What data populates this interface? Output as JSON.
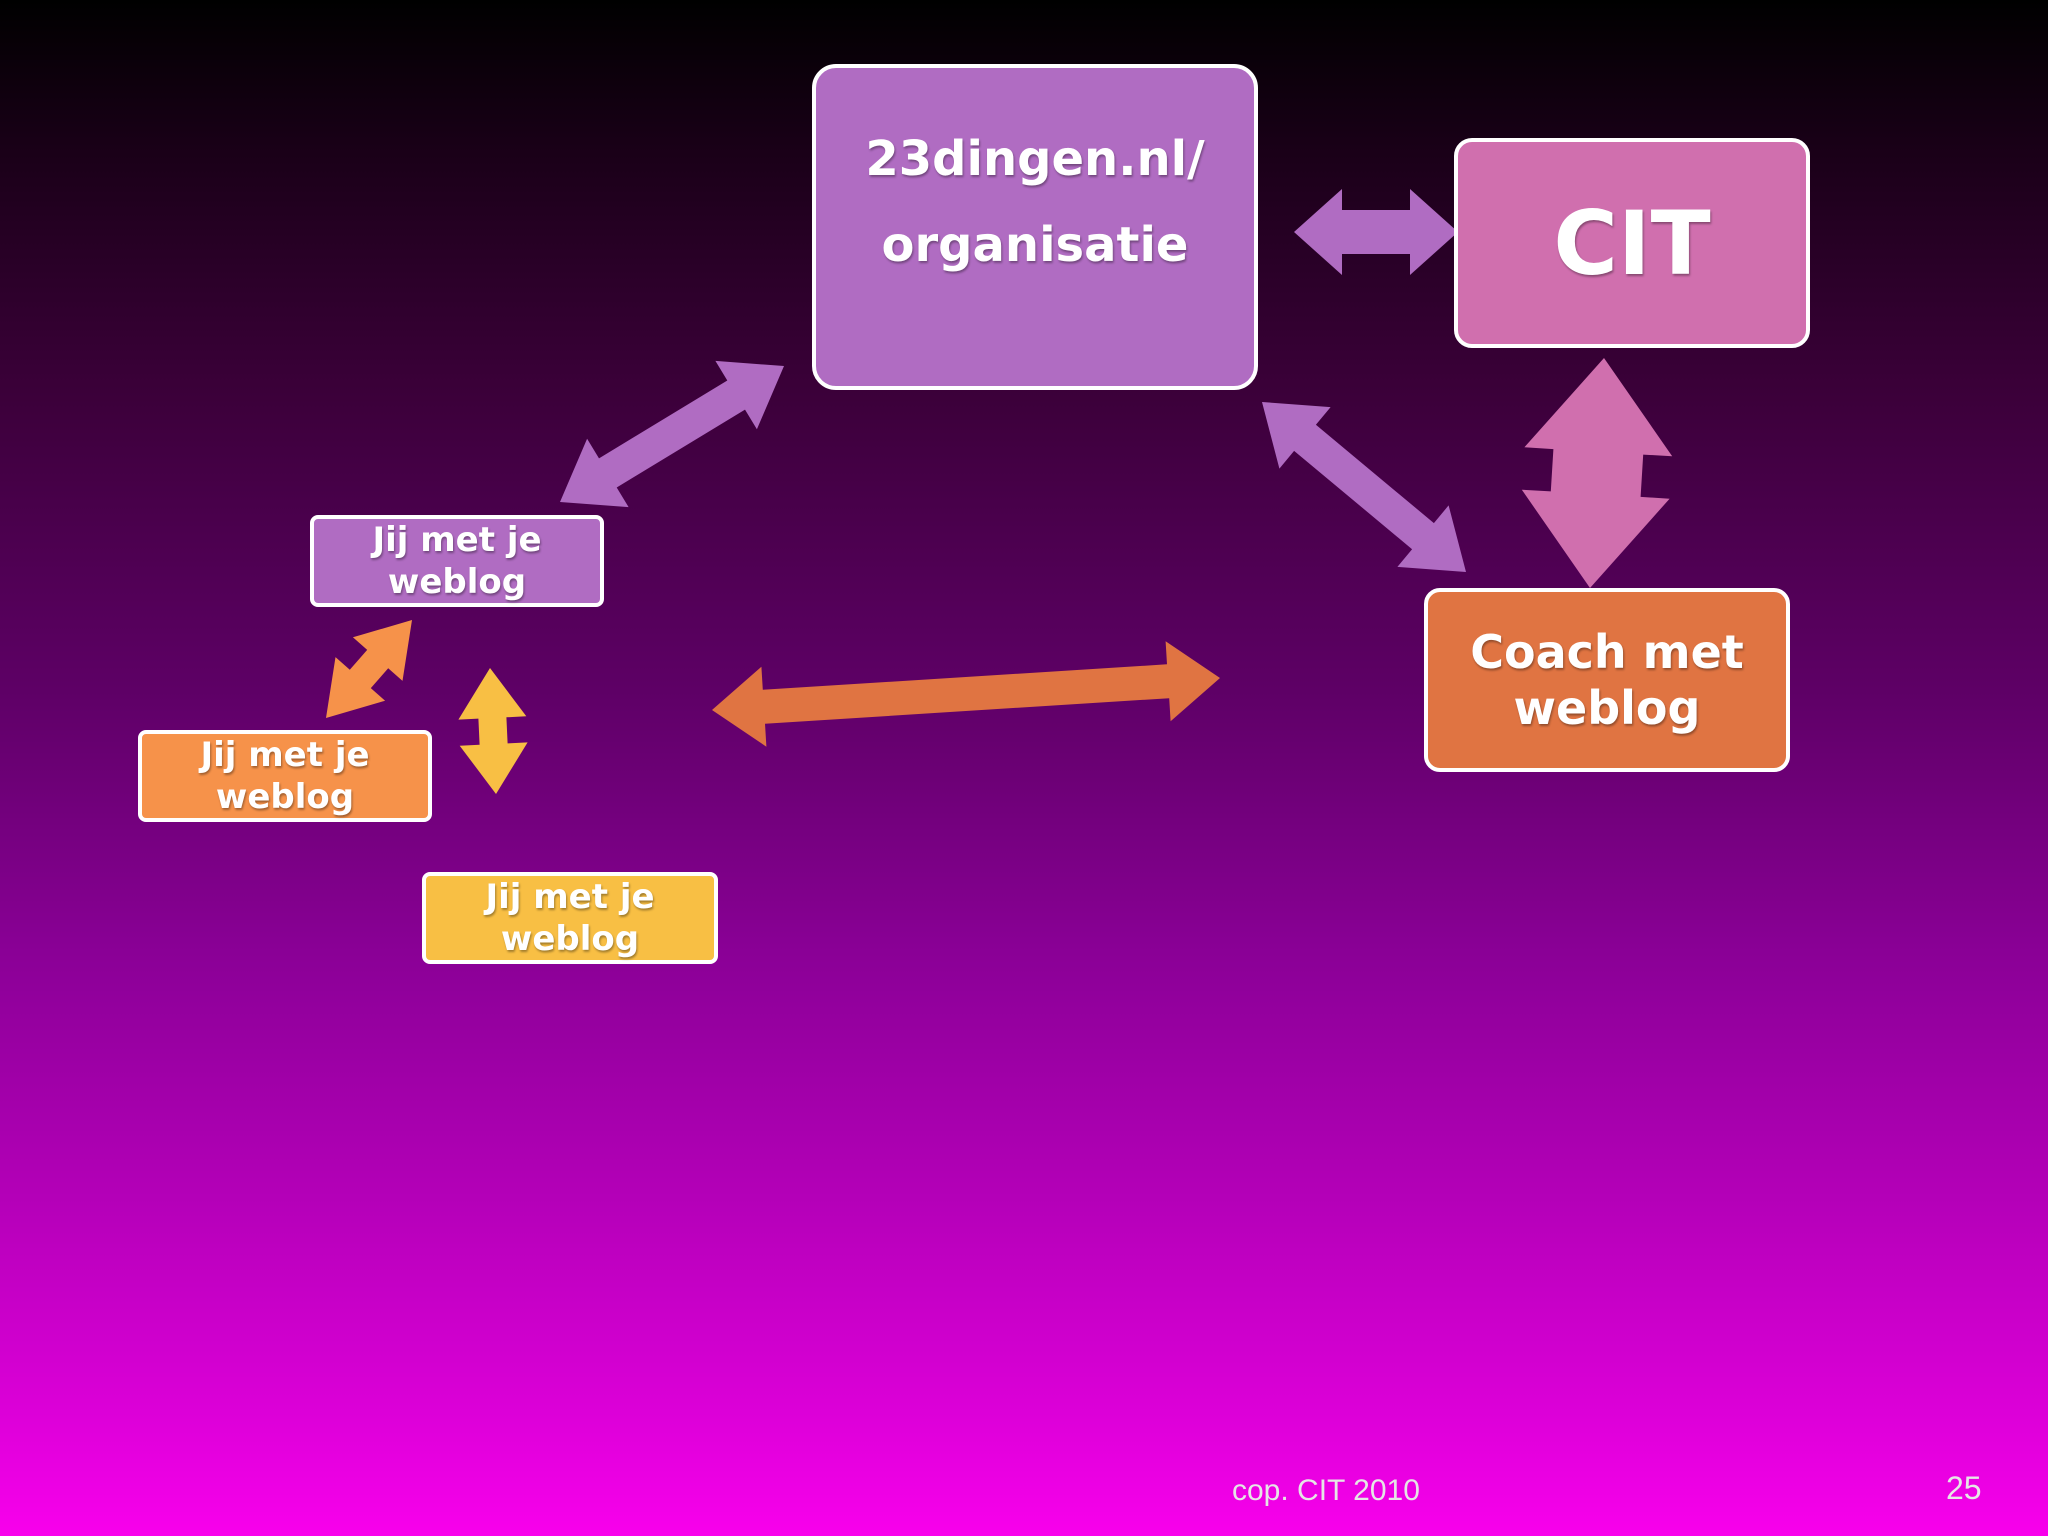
{
  "diagram": {
    "nodes": {
      "organisatie": {
        "line1": "23dingen.nl/",
        "line2": "organisatie",
        "color": "#b06cc2"
      },
      "cit": {
        "label": "CIT",
        "color": "#d06fae"
      },
      "coach": {
        "line1": "Coach met",
        "line2": "weblog",
        "color": "#e07442"
      },
      "jij1": {
        "line1": "Jij met je",
        "line2": "weblog",
        "color": "#b06cc2"
      },
      "jij2": {
        "line1": "Jij met je",
        "line2": "weblog",
        "color": "#f6924a"
      },
      "jij3": {
        "line1": "Jij met je",
        "line2": "weblog",
        "color": "#f8bf44"
      }
    },
    "connections": [
      {
        "from": "organisatie",
        "to": "cit",
        "type": "bidirectional",
        "color": "#b06cc2"
      },
      {
        "from": "organisatie",
        "to": "jij1",
        "type": "bidirectional",
        "color": "#b06cc2"
      },
      {
        "from": "organisatie",
        "to": "coach",
        "type": "bidirectional",
        "color": "#b06cc2"
      },
      {
        "from": "cit",
        "to": "coach",
        "type": "bidirectional",
        "color": "#d06fae"
      },
      {
        "from": "jij1",
        "to": "jij2",
        "type": "bidirectional",
        "color": "#f6924a"
      },
      {
        "from": "jij1",
        "to": "jij3",
        "type": "bidirectional",
        "color": "#f8bf44"
      },
      {
        "from": "jij",
        "to": "coach",
        "type": "bidirectional",
        "color": "#e07442"
      }
    ]
  },
  "footer": {
    "text": "cop. CIT 2010",
    "page_number": "25"
  }
}
